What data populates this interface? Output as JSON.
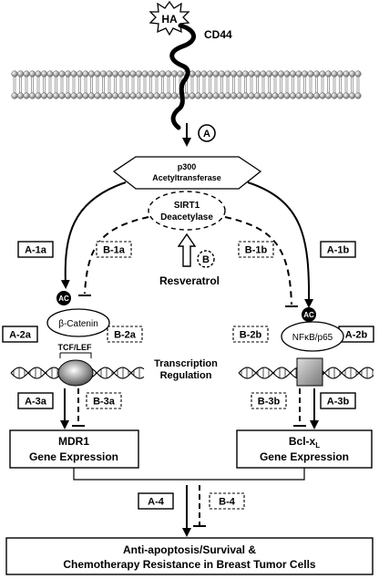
{
  "hyaluronan": "HA",
  "receptor": "CD44",
  "pathway_markers": {
    "a": "A",
    "b": "B"
  },
  "p300": {
    "line1": "p300",
    "line2": "Acetyltransferase"
  },
  "sirt1": {
    "line1": "SIRT1",
    "line2": "Deacetylase"
  },
  "inhibitor": "Resveratrol",
  "acetyl_tag": "AC",
  "beta_catenin": "β-Catenin",
  "tcf_lef": "TCF/LEF",
  "nfkb": "NFκB/p65",
  "center_label": {
    "line1": "Transcription",
    "line2": "Regulation"
  },
  "step_labels": {
    "a1a": "A-1a",
    "a1b": "A-1b",
    "b1a": "B-1a",
    "b1b": "B-1b",
    "a2a": "A-2a",
    "a2b": "A-2b",
    "b2a": "B-2a",
    "b2b": "B-2b",
    "a3a": "A-3a",
    "a3b": "A-3b",
    "b3a": "B-3a",
    "b3b": "B-3b",
    "a4": "A-4",
    "b4": "B-4"
  },
  "mdr1_box": {
    "line1": "MDR1",
    "line2": "Gene Expression"
  },
  "bclxl_box": {
    "line1_main": "Bcl-x",
    "line1_sub": "L",
    "line2": "Gene Expression"
  },
  "outcome": {
    "line1": "Anti-apoptosis/Survival &",
    "line2": "Chemotherapy Resistance in Breast Tumor Cells"
  }
}
